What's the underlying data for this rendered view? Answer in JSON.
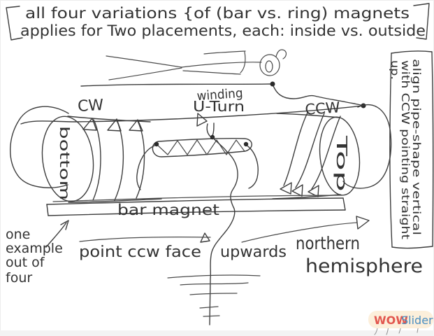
{
  "header": {
    "line1": "all four variations {of (bar vs. ring) magnets",
    "line2": "applies for Two placements, each: inside vs. outside"
  },
  "coil_labels": {
    "left_direction": "CW",
    "left_face": "bottom",
    "right_direction": "CCW",
    "right_face": "Top"
  },
  "winding_note": {
    "line1": "winding",
    "line2": "U-Turn"
  },
  "bar_magnet_label": "bar magnet",
  "side_note": {
    "line1": "align pipe-shape vertical",
    "line2": "with CCW pointing straight",
    "line3": "up."
  },
  "example_note": {
    "line1": "one",
    "line2": "example",
    "line3": "out of",
    "line4": "four"
  },
  "instruction_note": {
    "left": "point ccw face",
    "right": "upwards"
  },
  "hemisphere_note": {
    "line1": "northern",
    "line2": "hemisphere"
  },
  "watermark": {
    "part1": "WOW",
    "part2": "Slider"
  },
  "colors": {
    "ink": "#3d3d3d",
    "paper": "#ffffff",
    "watermark_bg": "#fcefdb",
    "watermark_red": "#e2574f",
    "watermark_blue": "#4b8fc2"
  }
}
